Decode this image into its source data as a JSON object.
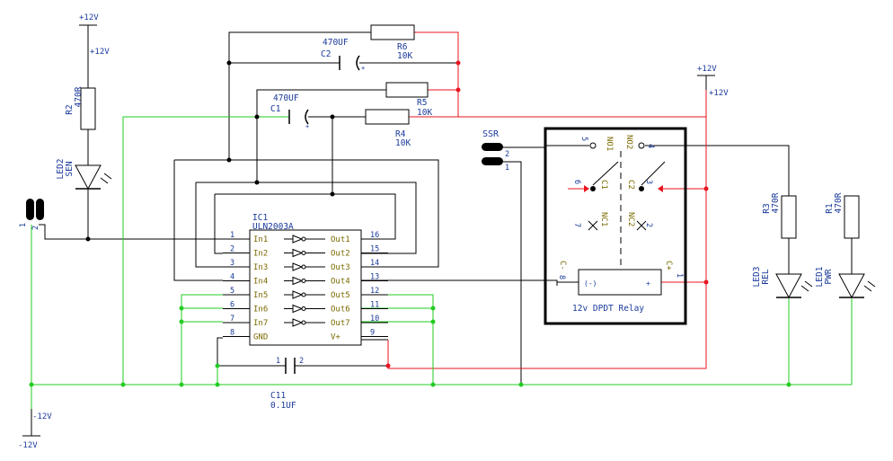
{
  "power": {
    "vcc_top": "+12V",
    "vcc_top_net": "+12V",
    "vcc_right": "+12V",
    "vcc_right_net": "+12V",
    "gnd": "-12V",
    "gnd_net": "-12V"
  },
  "resistors": {
    "r2": {
      "ref": "R2",
      "value": "470R"
    },
    "r6": {
      "ref": "R6",
      "value": "10K"
    },
    "r5": {
      "ref": "R5",
      "value": "10K"
    },
    "r4": {
      "ref": "R4",
      "value": "10K"
    },
    "r3": {
      "ref": "R3",
      "value": "470R"
    },
    "r1": {
      "ref": "R1",
      "value": "470R"
    }
  },
  "capacitors": {
    "c2": {
      "ref": "C2",
      "value": "470UF",
      "plus": "+"
    },
    "c1": {
      "ref": "C1",
      "value": "470UF",
      "plus": "+"
    },
    "c11": {
      "ref": "C11",
      "value": "0.1UF",
      "pin1": "1",
      "pin2": "2"
    }
  },
  "leds": {
    "led2": {
      "ref": "LED2",
      "name": "SEN"
    },
    "led3": {
      "ref": "LED3",
      "name": "REL"
    },
    "led1": {
      "ref": "LED1",
      "name": "PWR"
    }
  },
  "connectors": {
    "input": {
      "pin1": "1",
      "pin2": "2"
    },
    "ssr": {
      "label": "SSR",
      "pin2": "2",
      "pin1": "1"
    }
  },
  "ic": {
    "ref": "IC1",
    "part": "ULN2003A",
    "left_pins": [
      {
        "num": "1",
        "name": "In1"
      },
      {
        "num": "2",
        "name": "In2"
      },
      {
        "num": "3",
        "name": "In3"
      },
      {
        "num": "4",
        "name": "In4"
      },
      {
        "num": "5",
        "name": "In5"
      },
      {
        "num": "6",
        "name": "In6"
      },
      {
        "num": "7",
        "name": "In7"
      },
      {
        "num": "8",
        "name": "GND"
      }
    ],
    "right_pins": [
      {
        "num": "16",
        "name": "Out1"
      },
      {
        "num": "15",
        "name": "Out2"
      },
      {
        "num": "14",
        "name": "Out3"
      },
      {
        "num": "13",
        "name": "Out4"
      },
      {
        "num": "12",
        "name": "Out5"
      },
      {
        "num": "11",
        "name": "Out6"
      },
      {
        "num": "10",
        "name": "Out7"
      },
      {
        "num": "9",
        "name": "V+"
      }
    ]
  },
  "relay": {
    "label": "12v DPDT Relay",
    "coil_minus": "(-)",
    "coil_plus": "+",
    "cm": "C-",
    "cp": "C+",
    "pin8": "8",
    "pin1": "1",
    "no1": "NO1",
    "no2": "NO2",
    "c1": "C1",
    "c2": "C2",
    "nc1": "NC1",
    "nc2": "NC2",
    "p5": "5",
    "p4": "4",
    "p6": "6",
    "p3": "3",
    "p7": "7",
    "p2": "2"
  }
}
